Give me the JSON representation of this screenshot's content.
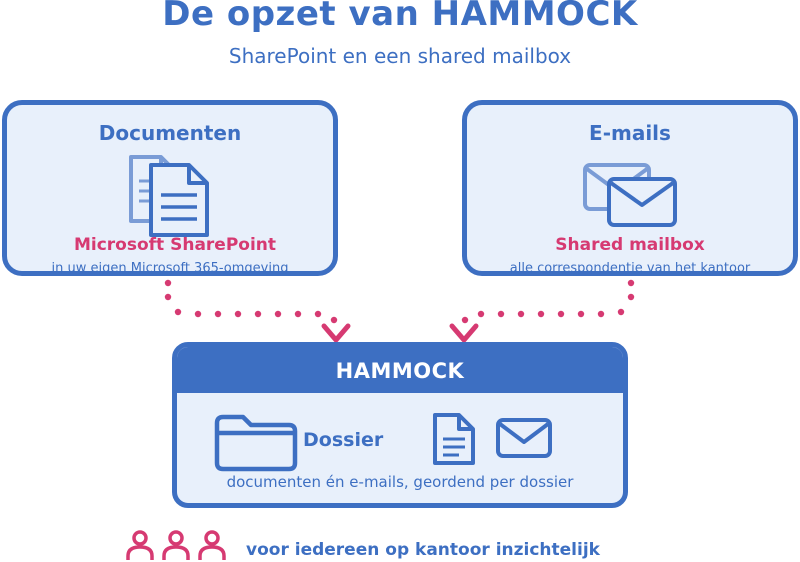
{
  "title": "De opzet van HAMMOCK",
  "subtitle": "SharePoint en een shared mailbox",
  "documents_card": {
    "title": "Documenten",
    "label": "Microsoft SharePoint",
    "sub": "in uw eigen Microsoft 365-omgeving",
    "icon": "documents-icon"
  },
  "emails_card": {
    "title": "E-mails",
    "label": "Shared mailbox",
    "sub": "alle correspondentie van het kantoor",
    "icon": "envelopes-icon"
  },
  "hammock": {
    "title": "HAMMOCK",
    "folder_label": "Dossier",
    "description": "documenten én e-mails, geordend per dossier",
    "icons": [
      "folder-icon",
      "document-icon",
      "envelope-icon"
    ]
  },
  "footer": {
    "text": "voor iedereen op kantoor inzichtelijk",
    "people_count": 3,
    "icon": "person-icon"
  },
  "colors": {
    "primary": "#3d6fc2",
    "accent": "#d63a72",
    "card_fill": "#e8f0fb",
    "icon_light": "#7a9cd6"
  }
}
